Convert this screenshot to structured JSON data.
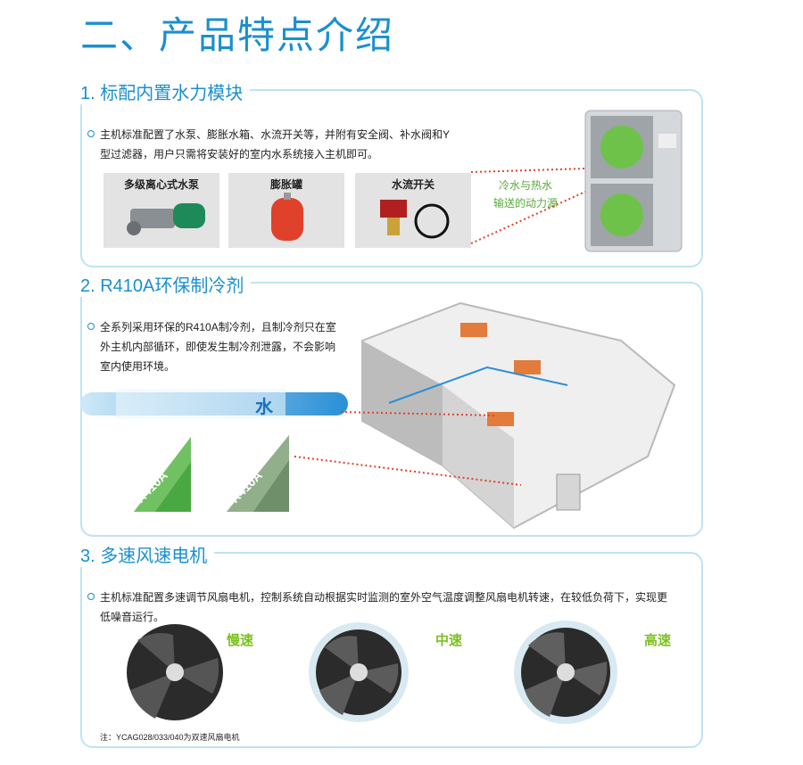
{
  "page_title": "二、产品特点介绍",
  "section1": {
    "heading": "1. 标配内置水力模块",
    "desc_line1": "主机标准配置了水泵、膨胀水箱、水流开关等，并附有安全阀、补水阀和Y",
    "desc_line2": "型过滤器，用户只需将安装好的室内水系统接入主机即可。",
    "cards": [
      "多级离心式水泵",
      "膨胀罐",
      "水流开关"
    ],
    "callout_line1": "冷水与热水",
    "callout_line2": "输送的动力源"
  },
  "section2": {
    "heading": "2. R410A环保制冷剂",
    "desc_line1": "全系列采用环保的R410A制冷剂，且制冷剂只在室",
    "desc_line2": "外主机内部循环，即使发生制冷剂泄露，不会影响",
    "desc_line3": "室内使用环境。",
    "water_label": "水",
    "badge_label": "R410A"
  },
  "section3": {
    "heading": "3. 多速风速电机",
    "desc_line1": "主机标准配置多速调节风扇电机，控制系统自动根据实时监测的室外空气温度调整风扇电机转速，在较低负荷下，实现更",
    "desc_line2": "低噪音运行。",
    "speeds": [
      "慢速",
      "中速",
      "高速"
    ],
    "note": "注：YCAG028/033/040为双速风扇电机"
  },
  "colors": {
    "accent": "#1a8fd0",
    "border": "#bfe3f2",
    "green": "#7cc11f",
    "red_dot": "#e0412b"
  }
}
